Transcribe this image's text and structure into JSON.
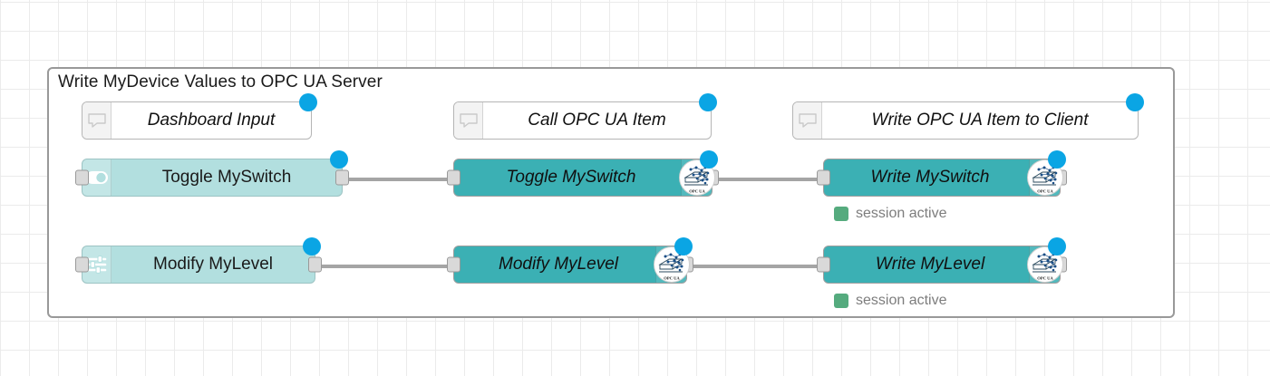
{
  "canvas": {
    "grid_size": 32,
    "background": "#ffffff",
    "grid_color": "#ebebeb"
  },
  "group": {
    "title": "Write MyDevice Values to OPC UA Server",
    "border_color": "#999999"
  },
  "colors": {
    "dashboard_node": "#b2dfdf",
    "opcua_node": "#3bb0b4",
    "comment_node": "#ffffff",
    "badge_blue": "#0aa5e4",
    "status_green": "#55ab7e",
    "wire": "#a5a5a5",
    "port": "#d9d9d9"
  },
  "comments": [
    {
      "label": "Dashboard Input",
      "icon": "comment-bubble-icon"
    },
    {
      "label": "Call OPC UA Item",
      "icon": "comment-bubble-icon"
    },
    {
      "label": "Write OPC UA Item to Client",
      "icon": "comment-bubble-icon"
    }
  ],
  "nodes": {
    "toggle_switch": {
      "label": "Toggle MySwitch",
      "icon": "toggle-switch-icon"
    },
    "modify_level": {
      "label": "Modify MyLevel",
      "icon": "sliders-icon"
    },
    "call_toggle": {
      "label": "Toggle MySwitch",
      "icon": "opc-ua-icon"
    },
    "call_modify": {
      "label": "Modify MyLevel",
      "icon": "opc-ua-icon"
    },
    "write_switch": {
      "label": "Write MySwitch",
      "icon": "opc-ua-icon"
    },
    "write_level": {
      "label": "Write MyLevel",
      "icon": "opc-ua-icon"
    }
  },
  "statuses": [
    {
      "text": "session active",
      "color": "#55ab7e"
    },
    {
      "text": "session active",
      "color": "#55ab7e"
    }
  ],
  "opcua_badge_text": "OPC UA"
}
